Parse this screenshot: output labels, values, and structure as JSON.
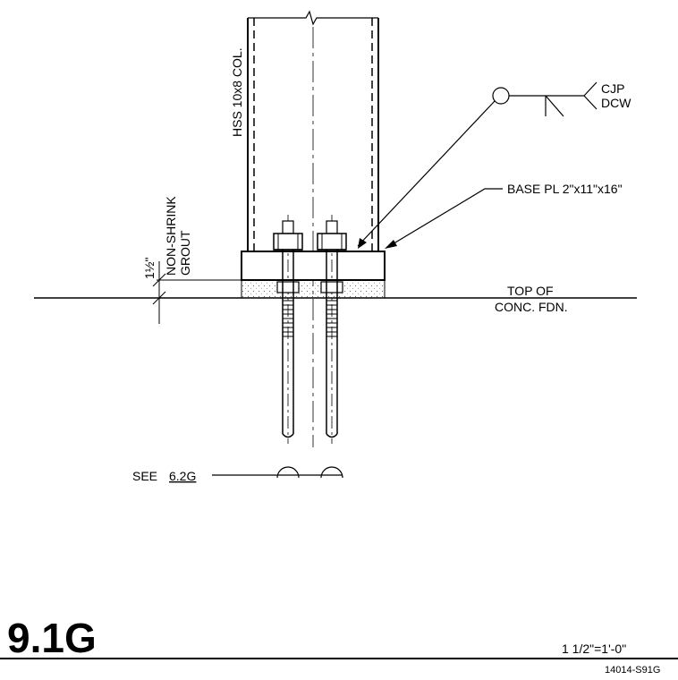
{
  "column": {
    "label": "HSS 10x8 COL."
  },
  "weld": {
    "line1": "CJP",
    "line2": "DCW"
  },
  "base_plate": {
    "label": "BASE PL 2\"x11\"x16\""
  },
  "grout": {
    "dimension": "1½\"",
    "line1": "NON-SHRINK",
    "line2": "GROUT"
  },
  "foundation": {
    "line1": "TOP OF",
    "line2": "CONC. FDN."
  },
  "reference": {
    "prefix": "SEE",
    "detail": "6.2G"
  },
  "footer": {
    "detail_number": "9.1G",
    "scale": "1 1/2\"=1'-0\"",
    "drawing_number": "14014-S91G"
  }
}
